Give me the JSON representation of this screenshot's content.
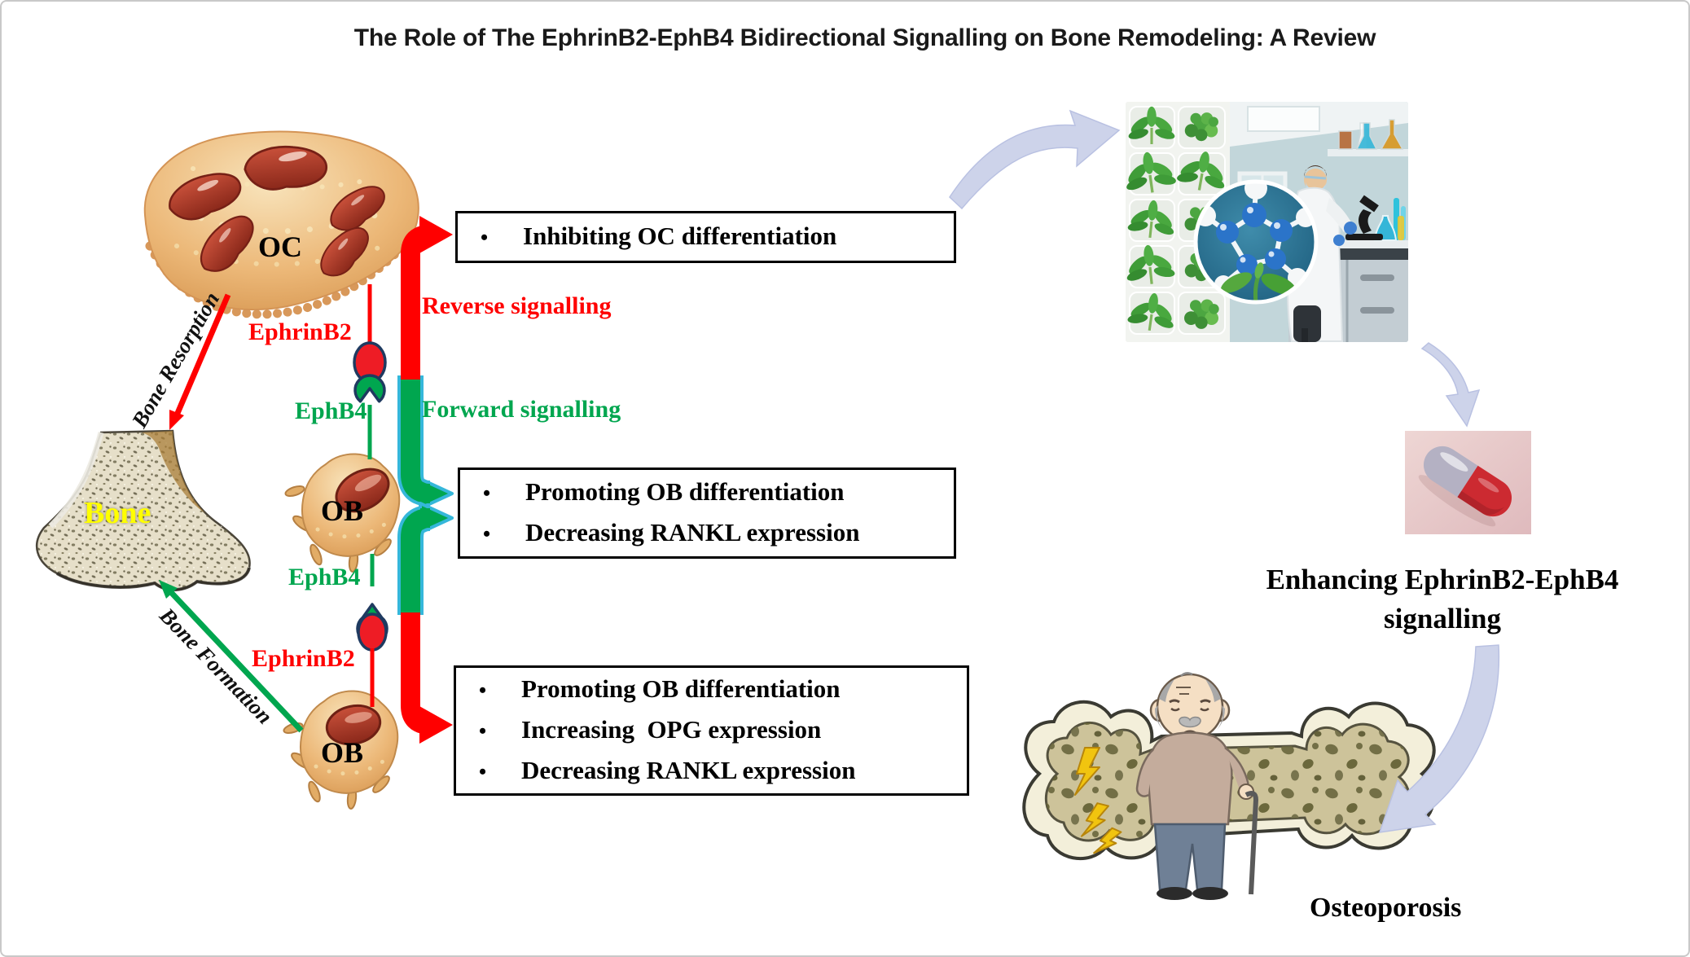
{
  "title": "The Role of The EphrinB2-EphB4 Bidirectional Signalling on Bone Remodeling: A Review",
  "cells": {
    "oc_label": "OC",
    "ob_mid_label": "OB",
    "ob_bottom_label": "OB",
    "bone_label": "Bone"
  },
  "signalling": {
    "ephrinb2_top": "EphrinB2",
    "ephb4_top": "EphB4",
    "ephb4_mid": "EphB4",
    "ephrinb2_bottom": "EphrinB2",
    "reverse": "Reverse signalling",
    "forward": "Forward signalling"
  },
  "process": {
    "bone_resorption": "Bone Resorption",
    "bone_formation": "Bone Formation"
  },
  "boxes": {
    "box1": {
      "items": [
        "Inhibiting OC differentiation"
      ]
    },
    "box2": {
      "items": [
        "Promoting OB differentiation",
        "Decreasing RANKL expression"
      ]
    },
    "box3": {
      "items": [
        "Promoting OB differentiation",
        "Increasing  OPG expression",
        "Decreasing RANKL expression"
      ]
    }
  },
  "right_panel": {
    "enhancing_line1": "Enhancing EphrinB2-EphB4",
    "enhancing_line2": "signalling",
    "osteoporosis_label": "Osteoporosis"
  },
  "glyphs": {
    "bullet": "•"
  },
  "colors": {
    "red": "#ff0000",
    "green": "#00a64f",
    "cyan_outline": "#35b7da",
    "navy_outline": "#1f3a60",
    "lavender_arrow": "#cdd3ea",
    "bone_label_yellow": "#ffff00"
  }
}
